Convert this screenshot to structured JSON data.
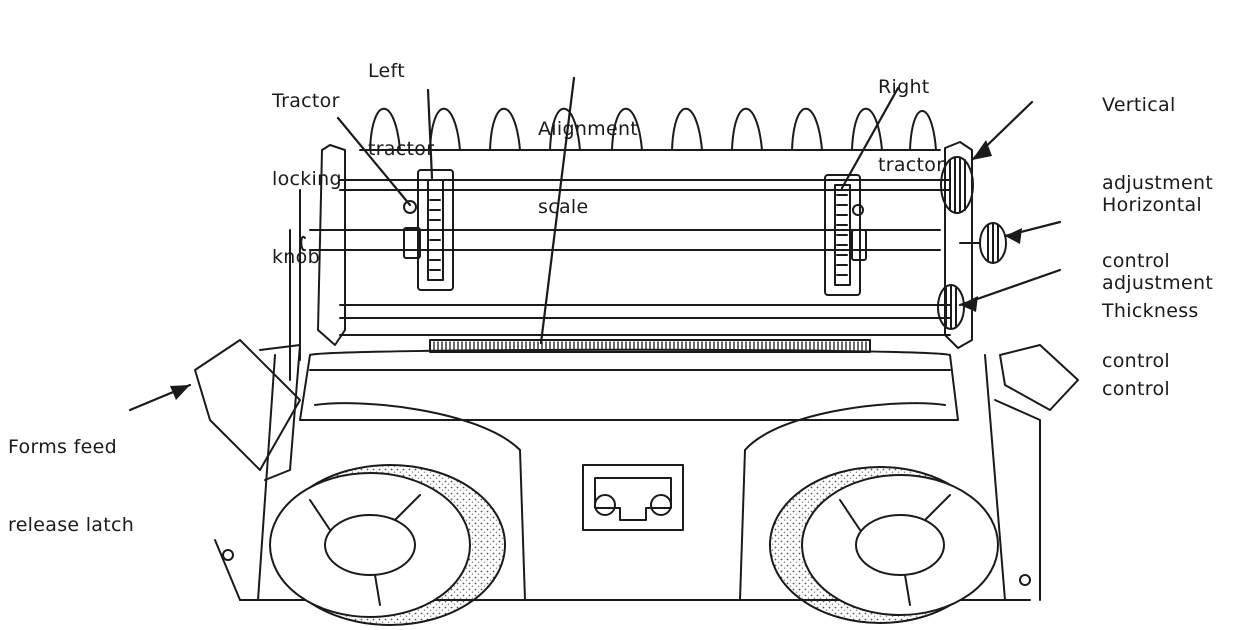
{
  "figure": {
    "description_colors": {
      "ink": "#1a1a1a",
      "paper": "#ffffff",
      "shade": "#9a9a9a"
    },
    "labels": {
      "tractor_locking_knob": [
        "Tractor",
        "locking",
        "knob"
      ],
      "left_tractor": [
        "Left",
        "tractor"
      ],
      "alignment_scale": [
        "Alignment",
        "scale"
      ],
      "right_tractor": [
        "Right",
        "tractor"
      ],
      "vertical_adjustment_control": [
        "Vertical",
        "adjustment",
        "control"
      ],
      "horizontal_adjustment_control": [
        "Horizontal",
        "adjustment",
        "control"
      ],
      "thickness_control": [
        "Thickness",
        "control"
      ],
      "forms_feed_release_latch": [
        "Forms feed",
        "release latch"
      ]
    }
  }
}
